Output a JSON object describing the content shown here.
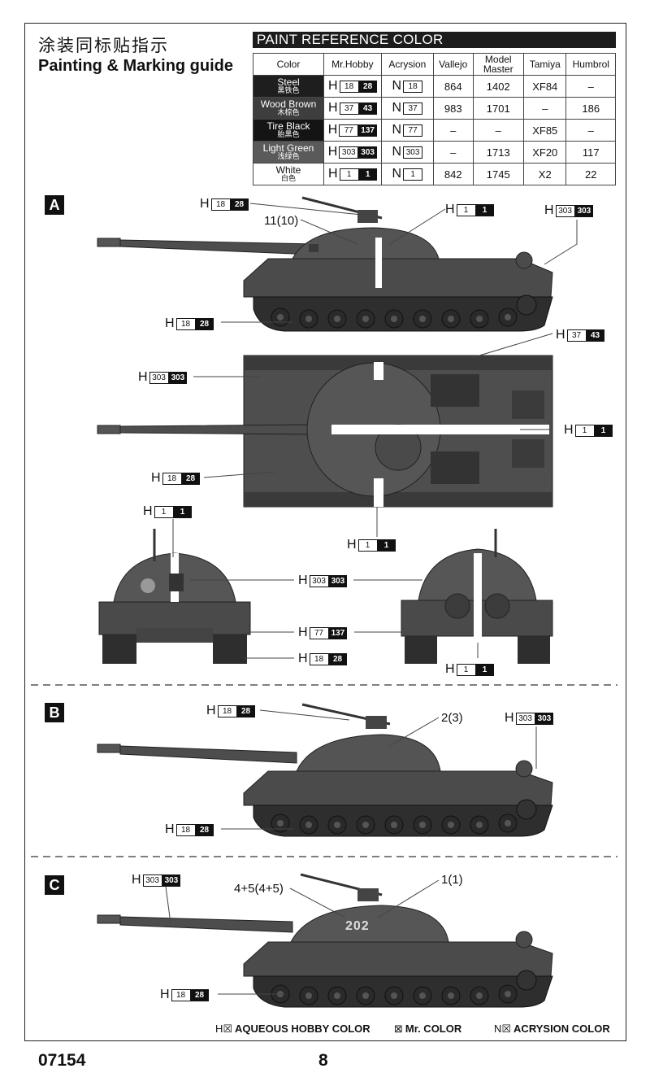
{
  "header": {
    "title_cn": "涂装同标贴指示",
    "title_en": "Painting & Marking guide"
  },
  "paint_table": {
    "heading": "PAINT REFERENCE COLOR",
    "columns": [
      "Color",
      "Mr.Hobby",
      "Acrysion",
      "Vallejo",
      "Model Master",
      "Tamiya",
      "Humbrol"
    ],
    "rows": [
      {
        "name": "Steel",
        "name_cn": "黑铁色",
        "swatch": "#1e1e1e",
        "h1": "18",
        "h2": "28",
        "n": "18",
        "vallejo": "864",
        "model_master": "1402",
        "tamiya": "XF84",
        "humbrol": "–"
      },
      {
        "name": "Wood Brown",
        "name_cn": "木棕色",
        "swatch": "#3e3e3e",
        "h1": "37",
        "h2": "43",
        "n": "37",
        "vallejo": "983",
        "model_master": "1701",
        "tamiya": "–",
        "humbrol": "186"
      },
      {
        "name": "Tire Black",
        "name_cn": "胎黑色",
        "swatch": "#141414",
        "h1": "77",
        "h2": "137",
        "n": "77",
        "vallejo": "–",
        "model_master": "–",
        "tamiya": "XF85",
        "humbrol": "–"
      },
      {
        "name": "Light Green",
        "name_cn": "浅绿色",
        "swatch": "#5a5a5a",
        "h1": "303",
        "h2": "303",
        "n": "303",
        "vallejo": "–",
        "model_master": "1713",
        "tamiya": "XF20",
        "humbrol": "117"
      },
      {
        "name": "White",
        "name_cn": "白色",
        "swatch": "#ffffff",
        "h1": "1",
        "h2": "1",
        "n": "1",
        "vallejo": "842",
        "model_master": "1745",
        "tamiya": "X2",
        "humbrol": "22"
      }
    ]
  },
  "sections": {
    "a": "A",
    "b": "B",
    "c": "C"
  },
  "callouts": {
    "a_decal": "11(10)",
    "b_decal": "2(3)",
    "c_decal_left": "4+5(4+5)",
    "c_decal_right": "1(1)",
    "turret_number": "202"
  },
  "color_codes": {
    "prefix": "H",
    "steel": [
      "18",
      "28"
    ],
    "wood_brown": [
      "37",
      "43"
    ],
    "tire_black": [
      "77",
      "137"
    ],
    "light_green": [
      "303",
      "303"
    ],
    "white": [
      "1",
      "1"
    ]
  },
  "legend": {
    "aqueous_prefix": "H",
    "aqueous": "AQUEOUS HOBBY COLOR",
    "mr_color": "Mr. COLOR",
    "acrysion_prefix": "N",
    "acrysion": "ACRYSION COLOR"
  },
  "footer": {
    "kit_number": "07154",
    "page": "8"
  },
  "colors": {
    "tank_body": "#4b4b4b",
    "tank_dark": "#2b2b2b",
    "black": "#111111"
  }
}
